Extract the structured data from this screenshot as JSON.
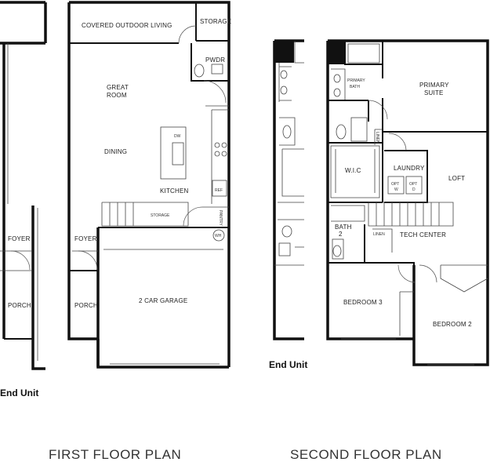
{
  "first_floor": {
    "caption": "FIRST FLOOR PLAN",
    "end_unit_label": "End Unit",
    "rooms": {
      "covered_outdoor_living": "COVERED OUTDOOR LIVING",
      "storage_top": "STORAGE",
      "pwdr": "PWDR",
      "great_room_line1": "GREAT",
      "great_room_line2": "ROOM",
      "dining": "DINING",
      "kitchen": "KITCHEN",
      "dw": "DW",
      "storage_stair": "STORAGE",
      "pantry": "PANTRY",
      "ref": "REF",
      "wh": "WH",
      "foyer": "FOYER",
      "porch": "PORCH",
      "garage": "2 CAR GARAGE",
      "end_foyer": "FOYER",
      "end_porch": "PORCH"
    }
  },
  "second_floor": {
    "caption": "SECOND FLOOR PLAN",
    "end_unit_label": "End Unit",
    "rooms": {
      "primary_bath_line1": "PRIMARY",
      "primary_bath_line2": "BATH",
      "primary_suite_line1": "PRIMARY",
      "primary_suite_line2": "SUITE",
      "linen_vertical": "LINEN",
      "wic": "W.I.C",
      "laundry": "LAUNDRY",
      "opt_w_line1": "OPT",
      "opt_w_line2": "W",
      "opt_d_line1": "OPT",
      "opt_d_line2": "D",
      "loft": "LOFT",
      "bath2_line1": "BATH",
      "bath2_line2": "2",
      "linen": "LINEN",
      "tech_center": "TECH CENTER",
      "bedroom3": "BEDROOM 3",
      "bedroom2": "BEDROOM 2"
    }
  }
}
